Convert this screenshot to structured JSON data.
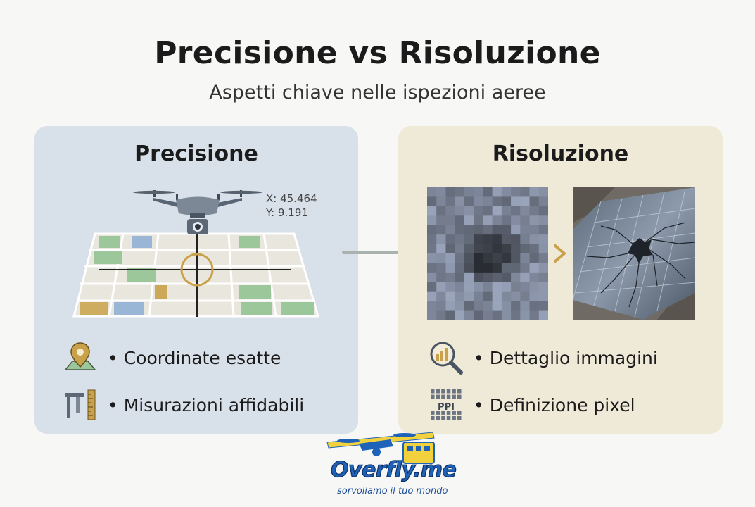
{
  "header": {
    "title": "Precisione vs Risoluzione",
    "subtitle": "Aspetti chiave nelle ispezioni aeree"
  },
  "left_panel": {
    "title": "Precisione",
    "coords": {
      "x": "X: 45.464",
      "y": "Y: 9.191"
    },
    "features": [
      {
        "icon": "map-pin-icon",
        "label": "• Coordinate esatte"
      },
      {
        "icon": "caliper-ruler-icon",
        "label": "• Misurazioni affidabili"
      }
    ]
  },
  "right_panel": {
    "title": "Risoluzione",
    "features": [
      {
        "icon": "magnifier-chart-icon",
        "label": "• Dettaglio immagini"
      },
      {
        "icon": "ppi-grid-icon",
        "label": "• Definizione pixel",
        "icon_text": "PPI"
      }
    ]
  },
  "logo": {
    "name": "Overfly.me",
    "tagline": "sorvoliamo il tuo mondo"
  },
  "colors": {
    "left_panel_bg": "#d8e0ea",
    "right_panel_bg": "#efe9d7",
    "accent_gold": "#c9a14a",
    "map_green": "#9cc79a",
    "map_blue": "#9ab6d6",
    "logo_blue": "#1e63b8",
    "logo_yellow": "#f2d23c"
  }
}
